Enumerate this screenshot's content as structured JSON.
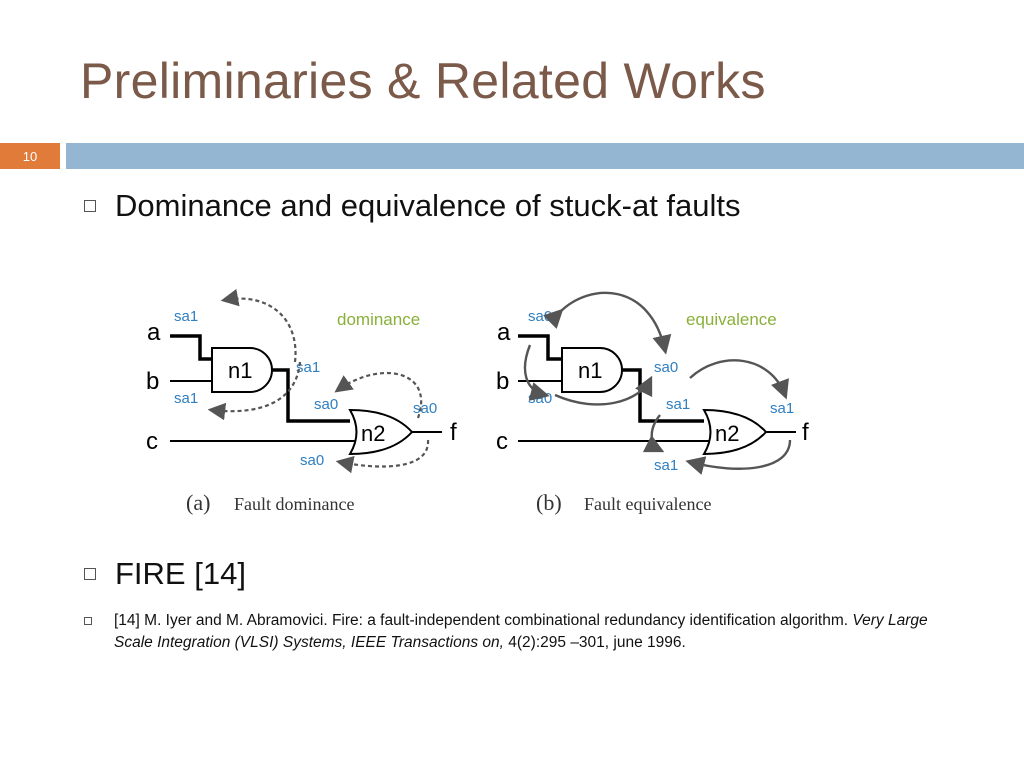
{
  "slide": {
    "title": "Preliminaries & Related Works",
    "number": "10"
  },
  "bullets": [
    "Dominance and equivalence of stuck-at faults",
    "FIRE [14]"
  ],
  "reference": {
    "prefix": "[14] M. Iyer and M. Abramovici. Fire: a fault-independent combinational redundancy identification algorithm. ",
    "journal": "Very Large Scale Integration (VLSI) Systems, IEEE Transactions on,",
    "suffix": " 4(2):295 –301, june 1996."
  },
  "diagram_a": {
    "inputs": [
      "a",
      "b",
      "c"
    ],
    "gate1": "n1",
    "gate2": "n2",
    "output": "f",
    "faults": {
      "a": "sa1",
      "b": "sa1",
      "n1_out": "sa1",
      "n2_in": "sa0",
      "f": "sa0",
      "c": "sa0"
    },
    "relation": "dominance",
    "caption_tag": "(a)",
    "caption": "Fault dominance"
  },
  "diagram_b": {
    "inputs": [
      "a",
      "b",
      "c"
    ],
    "gate1": "n1",
    "gate2": "n2",
    "output": "f",
    "faults": {
      "a": "sa0",
      "b": "sa0",
      "n1_out": "sa0",
      "n2_in": "sa1",
      "f": "sa1",
      "c": "sa1"
    },
    "relation": "equivalence",
    "caption_tag": "(b)",
    "caption": "Fault equivalence"
  },
  "colors": {
    "title": "#7b5a4a",
    "slide_number_bg": "#e07b39",
    "bar": "#94b6d2",
    "fault_label": "#2f7fc1",
    "relation_label": "#8ab03a",
    "arrow": "#555555"
  }
}
